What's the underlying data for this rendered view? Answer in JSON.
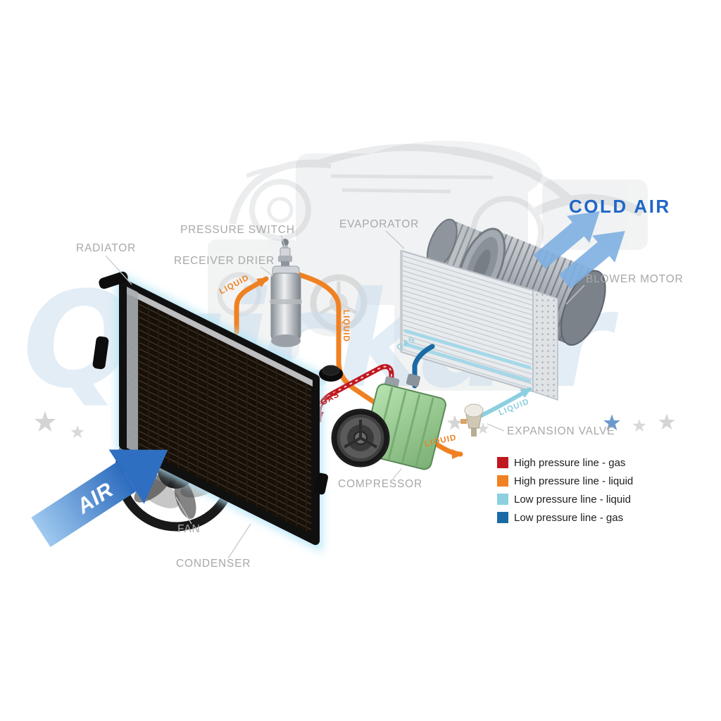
{
  "watermark": {
    "text": "Quickair"
  },
  "airflow": {
    "cold_air_label": "COLD AIR",
    "air_label": "AIR"
  },
  "part_labels": {
    "radiator": "RADIATOR",
    "pressure_switch": "PRESSURE SWITCH",
    "receiver_drier": "RECEIVER DRIER",
    "evaporator": "EVAPORATOR",
    "blower_motor": "BLOWER MOTOR",
    "expansion_valve": "EXPANSION VALVE",
    "compressor": "COMPRESSOR",
    "fan": "FAN",
    "condenser": "CONDENSER"
  },
  "pipe_labels": {
    "condenser_out_liquid": "LIQUID",
    "drier_out_liquid": "LIQUID",
    "compressor_out_gas": "GAS",
    "evaporator_out_gas": "GAS",
    "evaporator_in_liquid": "LIQUID",
    "valve_in_liquid": "LIQUID"
  },
  "legend": {
    "items": [
      {
        "label": "High pressure line - gas",
        "color": "#c0181f"
      },
      {
        "label": "High pressure line - liquid",
        "color": "#ef8122"
      },
      {
        "label": "Low pressure line - liquid",
        "color": "#8ccfe0"
      },
      {
        "label": "Low pressure line -  gas",
        "color": "#1a6ba4"
      }
    ]
  }
}
